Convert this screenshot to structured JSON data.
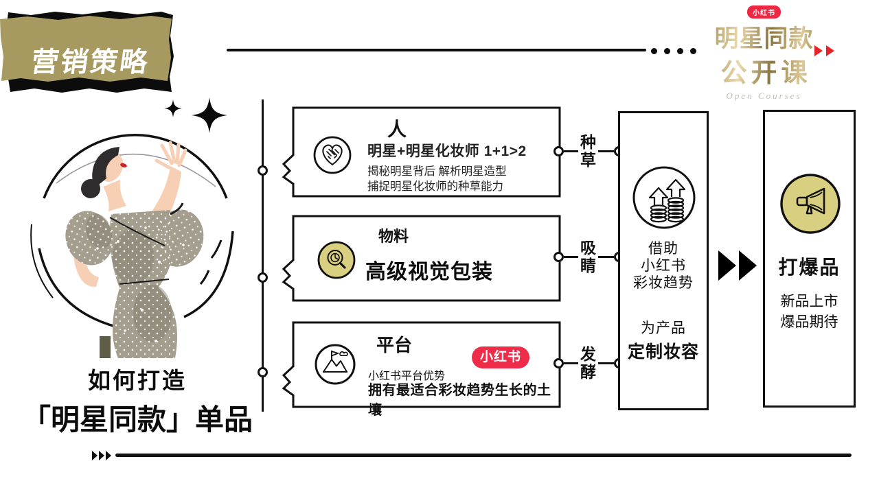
{
  "header": {
    "tag": "营销策略",
    "logo": {
      "badge": "小红书",
      "title_line1": "明星同款",
      "title_line2": "公开课",
      "subtitle": "Open Courses"
    }
  },
  "left": {
    "illustration": "fashion-sketch-woman",
    "caption_line1": "如何打造",
    "caption_line2": "「明星同款」单品"
  },
  "flow": {
    "boxes": [
      {
        "title": "人",
        "icon": "handshake-heart-icon",
        "lines": [
          "明星+明星化妆师 1+1>2",
          "揭秘明星背后 解析明星造型",
          "捕捉明星化妆师的种草能力"
        ],
        "connector": "种草"
      },
      {
        "title": "物料",
        "icon": "magnifier-chart-icon",
        "highlight": "高级视觉包装",
        "connector": "吸睛"
      },
      {
        "title": "平台",
        "icon": "mountain-flag-icon",
        "badge": "小红书",
        "lines": [
          "小红书平台优势",
          "拥有最适合彩妆趋势生长的土壤"
        ],
        "connector": "发酵"
      }
    ],
    "middle": {
      "icon": "coins-rise-icon",
      "lines": [
        "借助",
        "小红书",
        "彩妆趋势"
      ],
      "line4": "为产品",
      "bold": "定制妆容"
    },
    "result": {
      "icon": "megaphone-icon",
      "title": "打爆品",
      "lines": [
        "新品上市",
        "爆品期待"
      ]
    }
  },
  "colors": {
    "khaki": "#a69a60",
    "olive_icon": "#d9cf80",
    "red": "#ee2b49",
    "black": "#111111"
  }
}
